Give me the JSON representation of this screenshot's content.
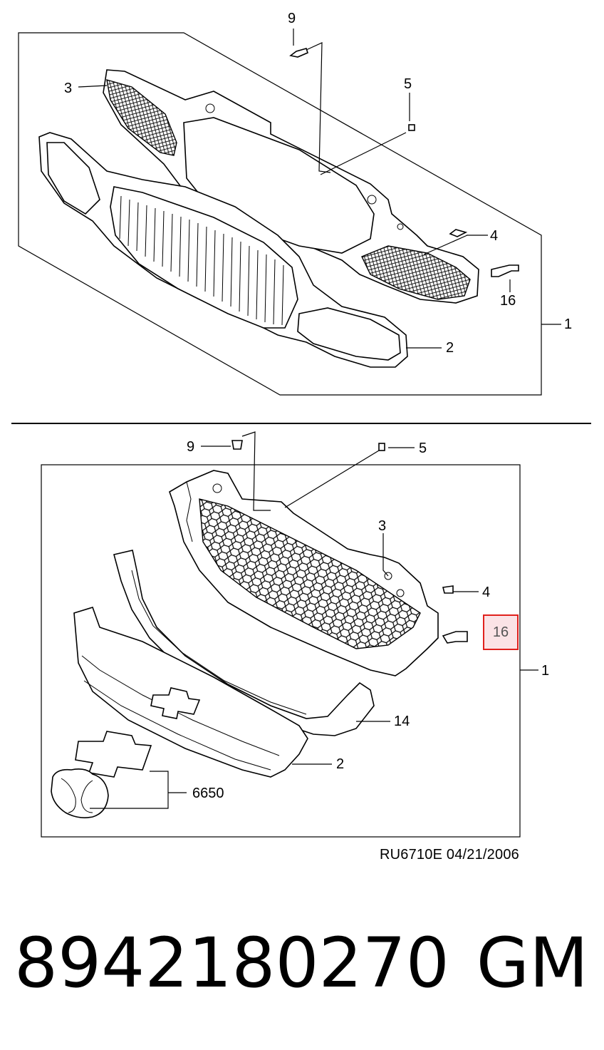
{
  "callouts_upper": [
    "9",
    "5",
    "3",
    "4",
    "16",
    "1",
    "2"
  ],
  "callouts_lower": [
    "9",
    "5",
    "3",
    "4",
    "1",
    "14",
    "2",
    "6650"
  ],
  "highlighted_callout": "16",
  "drawing_code": "RU6710E  04/21/2006",
  "part_number": "8942180270",
  "brand": "GM",
  "colors": {
    "highlight_border": "#e0211d",
    "highlight_fill": "#fbe3e6"
  }
}
